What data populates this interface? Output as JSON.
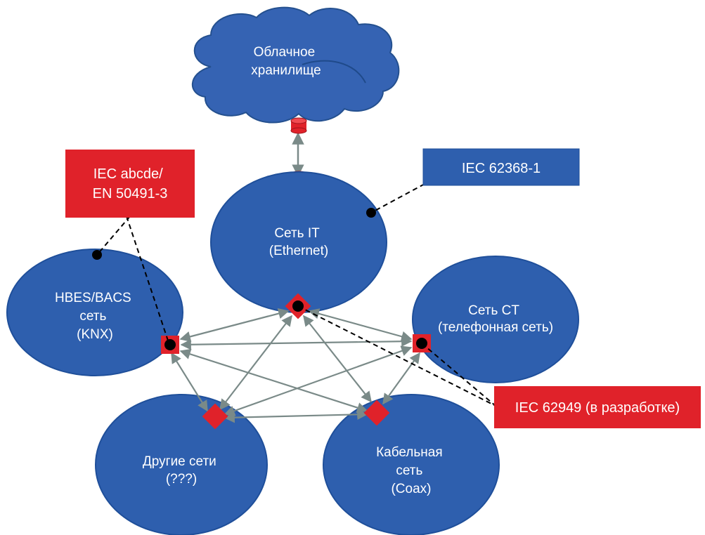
{
  "cloud": {
    "label_lines": [
      "Облачное",
      "хранилище"
    ]
  },
  "nodes": {
    "it": {
      "label_lines": [
        "Сеть IT",
        "(Ethernet)"
      ]
    },
    "hbes": {
      "label_lines": [
        "HBES/BACS",
        "сеть",
        "(KNX)"
      ]
    },
    "ct": {
      "label_lines": [
        "Сеть CT",
        "(телефонная сеть)"
      ]
    },
    "other": {
      "label_lines": [
        "Другие сети",
        "(???)"
      ]
    },
    "cable": {
      "label_lines": [
        "Кабельная",
        "сеть",
        "(Coax)"
      ]
    }
  },
  "standards": {
    "iec_abcde": {
      "label_lines": [
        "IEC abcde/",
        "EN 50491-3"
      ]
    },
    "iec_62368": {
      "label_lines": [
        "IEC 62368-1"
      ]
    },
    "iec_62949": {
      "label_lines": [
        "IEC 62949 (в разработке)"
      ]
    }
  },
  "colors": {
    "node_fill": "#2e5fae",
    "node_stroke": "#1f4f9a",
    "cloud_fill": "#3563b3",
    "red": "#e0222a",
    "connector_arrow": "#7a8a88",
    "black": "#000000"
  }
}
